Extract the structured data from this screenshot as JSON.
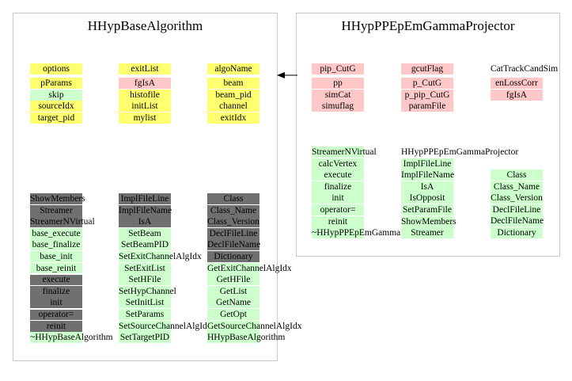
{
  "colors": {
    "data_member": "#ffff70",
    "pointer_member": "#ffc8c8",
    "public_method": "#ccffcc",
    "inherited_method": "#707070",
    "panel_border": "#c8c8c8"
  },
  "arrow": "inheritance-arrow-left",
  "left": {
    "title": "HHypBaseAlgorithm",
    "yellow1": [
      "options",
      "exitList",
      "algoName"
    ],
    "col1": [
      {
        "t": "pParams",
        "c": "y"
      },
      {
        "t": "skip",
        "c": "g"
      },
      {
        "t": "sourceIdx",
        "c": "y"
      },
      {
        "t": "target_pid",
        "c": "y"
      }
    ],
    "col2": [
      {
        "t": "fgIsA",
        "c": "p"
      },
      {
        "t": "histofile",
        "c": "y"
      },
      {
        "t": "initList",
        "c": "y"
      },
      {
        "t": "mylist",
        "c": "y"
      }
    ],
    "col3": [
      {
        "t": "beam",
        "c": "y"
      },
      {
        "t": "beam_pid",
        "c": "y"
      },
      {
        "t": "channel",
        "c": "y"
      },
      {
        "t": "exitIdx",
        "c": "y"
      }
    ],
    "m1": [
      {
        "t": "ShowMembers",
        "c": "d"
      },
      {
        "t": "Streamer",
        "c": "d"
      },
      {
        "t": "StreamerNVirtual",
        "c": "d"
      },
      {
        "t": "base_execute",
        "c": "g"
      },
      {
        "t": "base_finalize",
        "c": "g"
      },
      {
        "t": "base_init",
        "c": "g"
      },
      {
        "t": "base_reinit",
        "c": "g"
      },
      {
        "t": "execute",
        "c": "d"
      },
      {
        "t": "finalize",
        "c": "d"
      },
      {
        "t": "init",
        "c": "d"
      },
      {
        "t": "operator=",
        "c": "d"
      },
      {
        "t": "reinit",
        "c": "d"
      },
      {
        "t": "~HHypBaseAlgorithm",
        "c": "g"
      }
    ],
    "m2": [
      {
        "t": "ImplFileLine",
        "c": "d"
      },
      {
        "t": "ImplFileName",
        "c": "d"
      },
      {
        "t": "IsA",
        "c": "d"
      },
      {
        "t": "SetBeam",
        "c": "g"
      },
      {
        "t": "SetBeamPID",
        "c": "g"
      },
      {
        "t": "SetExitChannelAlgIdx",
        "c": "g"
      },
      {
        "t": "SetExitList",
        "c": "g"
      },
      {
        "t": "SetHFile",
        "c": "g"
      },
      {
        "t": "SetHypChannel",
        "c": "g"
      },
      {
        "t": "SetInitList",
        "c": "g"
      },
      {
        "t": "SetParams",
        "c": "g"
      },
      {
        "t": "SetSourceChannelAlgIdx",
        "c": "g"
      },
      {
        "t": "SetTargetPID",
        "c": "g"
      }
    ],
    "m3": [
      {
        "t": "Class",
        "c": "d"
      },
      {
        "t": "Class_Name",
        "c": "d"
      },
      {
        "t": "Class_Version",
        "c": "d"
      },
      {
        "t": "DeclFileLine",
        "c": "d"
      },
      {
        "t": "DeclFileName",
        "c": "d"
      },
      {
        "t": "Dictionary",
        "c": "d"
      },
      {
        "t": "GetExitChannelAlgIdx",
        "c": "g"
      },
      {
        "t": "GetHFile",
        "c": "g"
      },
      {
        "t": "GetList",
        "c": "g"
      },
      {
        "t": "GetName",
        "c": "g"
      },
      {
        "t": "GetOpt",
        "c": "g"
      },
      {
        "t": "GetSourceChannelAlgIdx",
        "c": "g"
      },
      {
        "t": "HHypBaseAlgorithm",
        "c": "g"
      }
    ]
  },
  "right": {
    "title": "HHypPPEpEmGammaProjector",
    "top": [
      "pip_CutG",
      "gcutFlag",
      "CatTrackCandSim"
    ],
    "c1": [
      "pp",
      "simCat",
      "simuflag"
    ],
    "c2": [
      "p_CutG",
      "p_pip_CutG",
      "paramFile"
    ],
    "c3": [
      "enLossCorr",
      "fgIsA"
    ],
    "m1": [
      "StreamerNVirtual",
      "calcVertex",
      "execute",
      "finalize",
      "init",
      "operator=",
      "reinit",
      "~HHypPPEpEmGammaProjector"
    ],
    "m2": [
      "HHypPPEpEmGammaProjector",
      "ImplFileLine",
      "ImplFileName",
      "IsA",
      "IsOpposit",
      "SetParamFile",
      "ShowMembers",
      "Streamer"
    ],
    "m3": [
      "Class",
      "Class_Name",
      "Class_Version",
      "DeclFileLine",
      "DeclFileName",
      "Dictionary"
    ]
  }
}
